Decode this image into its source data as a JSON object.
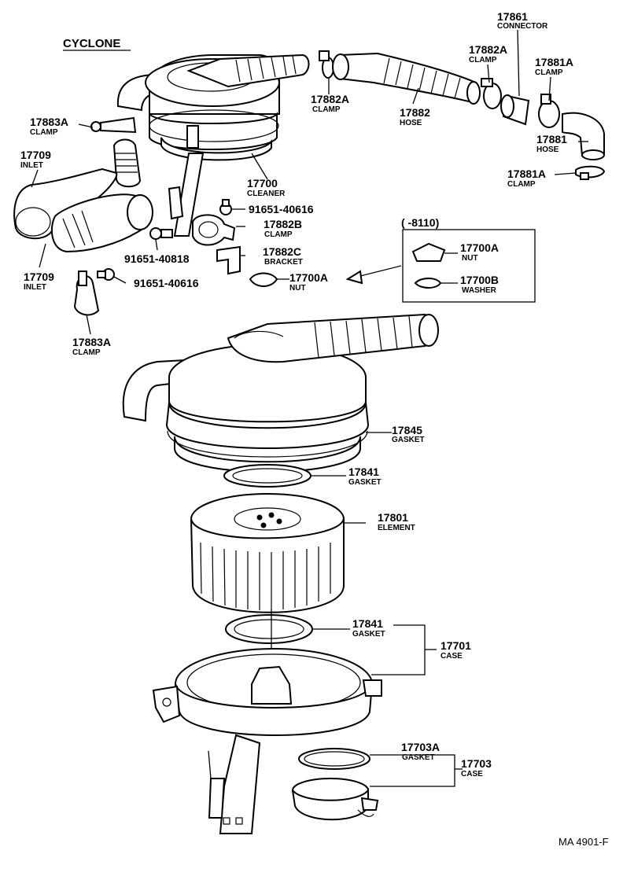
{
  "title": "CYCLONE",
  "footer_code": "MA  4901-F",
  "range_box_label": "(       -8110)",
  "callouts": [
    {
      "id": "17861",
      "number": "17861",
      "caption": "CONNECTOR"
    },
    {
      "id": "17882A_top",
      "number": "17882A",
      "caption": "CLAMP"
    },
    {
      "id": "17881A_top",
      "number": "17881A",
      "caption": "CLAMP"
    },
    {
      "id": "17882A_left",
      "number": "17882A",
      "caption": "CLAMP"
    },
    {
      "id": "17882",
      "number": "17882",
      "caption": "HOSE"
    },
    {
      "id": "17883A_top",
      "number": "17883A",
      "caption": "CLAMP"
    },
    {
      "id": "17709_top",
      "number": "17709",
      "caption": "INLET"
    },
    {
      "id": "17700",
      "number": "17700",
      "caption": "CLEANER"
    },
    {
      "id": "17881",
      "number": "17881",
      "caption": "HOSE"
    },
    {
      "id": "17881A_bot",
      "number": "17881A",
      "caption": "CLAMP"
    },
    {
      "id": "bolt_40616_a",
      "number": "91651-40616",
      "caption": ""
    },
    {
      "id": "17882B",
      "number": "17882B",
      "caption": "CLAMP"
    },
    {
      "id": "bolt_40818",
      "number": "91651-40818",
      "caption": ""
    },
    {
      "id": "17882C",
      "number": "17882C",
      "caption": "BRACKET"
    },
    {
      "id": "17700A_box",
      "number": "17700A",
      "caption": "NUT"
    },
    {
      "id": "17700B",
      "number": "17700B",
      "caption": "WASHER"
    },
    {
      "id": "17700A",
      "number": "17700A",
      "caption": "NUT"
    },
    {
      "id": "17709_bot",
      "number": "17709",
      "caption": "INLET"
    },
    {
      "id": "bolt_40616_b",
      "number": "91651-40616",
      "caption": ""
    },
    {
      "id": "17883A_bot",
      "number": "17883A",
      "caption": "CLAMP"
    },
    {
      "id": "17845",
      "number": "17845",
      "caption": "GASKET"
    },
    {
      "id": "17841_top",
      "number": "17841",
      "caption": "GASKET"
    },
    {
      "id": "17801",
      "number": "17801",
      "caption": "ELEMENT"
    },
    {
      "id": "17841_bot",
      "number": "17841",
      "caption": "GASKET"
    },
    {
      "id": "17701",
      "number": "17701",
      "caption": "CASE"
    },
    {
      "id": "17703A",
      "number": "17703A",
      "caption": "GASKET"
    },
    {
      "id": "17703",
      "number": "17703",
      "caption": "CASE"
    }
  ]
}
